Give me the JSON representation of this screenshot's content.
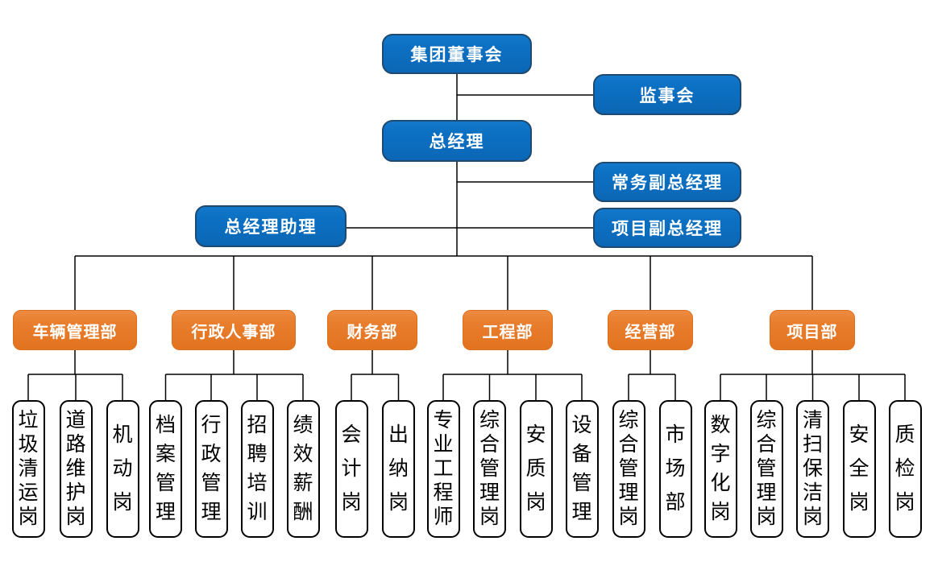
{
  "diagram": {
    "type": "org-chart",
    "background": "#FFFFFF",
    "colors": {
      "executive_fill": "#0C70C3",
      "executive_border": "#1E4970",
      "executive_text": "#FFFFFF",
      "department_fill": "#E87E2E",
      "department_text": "#FFFFFF",
      "position_fill": "#FFFFFF",
      "position_border": "#000000",
      "position_text": "#000000",
      "connector": "#000000"
    },
    "executives": [
      {
        "id": "board",
        "label": "集团董事会"
      },
      {
        "id": "supervisory",
        "label": "监事会"
      },
      {
        "id": "gm",
        "label": "总经理"
      },
      {
        "id": "exec_deputy",
        "label": "常务副总经理"
      },
      {
        "id": "gm_assistant",
        "label": "总经理助理"
      },
      {
        "id": "project_deputy",
        "label": "项目副总经理"
      }
    ],
    "departments": [
      {
        "label": "车辆管理部",
        "positions": [
          "垃圾清运岗",
          "道路维护岗",
          "机动岗"
        ]
      },
      {
        "label": "行政人事部",
        "positions": [
          "档案管理",
          "行政管理",
          "招聘培训",
          "绩效薪酬"
        ]
      },
      {
        "label": "财务部",
        "positions": [
          "会计岗",
          "出纳岗"
        ]
      },
      {
        "label": "工程部",
        "positions": [
          "专业工程师",
          "综合管理岗",
          "安质岗",
          "设备管理"
        ]
      },
      {
        "label": "经营部",
        "positions": [
          "综合管理岗",
          "市场部"
        ]
      },
      {
        "label": "项目部",
        "positions": [
          "数字化岗",
          "综合管理岗",
          "清扫保洁岗",
          "安全岗",
          "质检岗"
        ]
      }
    ],
    "links": [
      {
        "from": "集团董事会",
        "to": "监事会"
      },
      {
        "from": "集团董事会",
        "to": "总经理"
      },
      {
        "from": "总经理",
        "to": "常务副总经理"
      },
      {
        "from": "总经理",
        "to": "总经理助理"
      },
      {
        "from": "总经理",
        "to": "项目副总经理"
      },
      {
        "from": "总经理",
        "to": "车辆管理部"
      },
      {
        "from": "总经理",
        "to": "行政人事部"
      },
      {
        "from": "总经理",
        "to": "财务部"
      },
      {
        "from": "总经理",
        "to": "工程部"
      },
      {
        "from": "总经理",
        "to": "经营部"
      },
      {
        "from": "总经理",
        "to": "项目部"
      }
    ]
  }
}
